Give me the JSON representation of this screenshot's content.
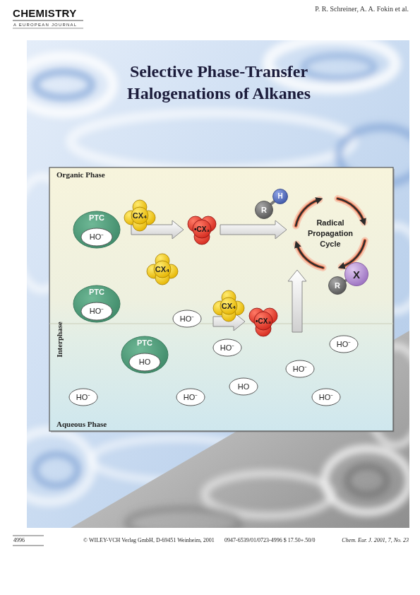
{
  "diagram": {
    "title": "Selective Phase-Transfer Halogenations of Alkanes",
    "nodes": [
      {
        "text": [
          "H"
        ]
      },
      {
        "text": [
          "R"
        ]
      },
      {
        "text": [
          "CX₄"
        ]
      },
      {
        "text": [
          "PTC"
        ]
      },
      {
        "text": [
          "HO⁻"
        ],
        "in": 3
      },
      {
        "text": [
          "•CX₃"
        ]
      },
      {
        "text": [
          "Radical Propagation Cycle"
        ]
      },
      {
        "text": [
          "CX₄"
        ]
      },
      {
        "text": [
          "X"
        ]
      },
      {
        "text": [
          "R"
        ]
      },
      {
        "text": [
          "PTC"
        ]
      },
      {
        "text": [
          "HO⁻"
        ],
        "in": 10
      },
      {
        "text": [
          "CX₄"
        ]
      },
      {
        "text": [
          "HO⁻"
        ]
      },
      {
        "text": [
          "•CX₃"
        ]
      },
      {
        "text": [
          "HO⁻"
        ]
      },
      {
        "text": [
          "HO⁻"
        ]
      },
      {
        "text": [
          "PTC"
        ]
      },
      {
        "text": [
          "HO"
        ],
        "in": 17
      },
      {
        "text": [
          "HO⁻"
        ]
      },
      {
        "text": [
          "HO"
        ]
      },
      {
        "text": [
          "HO⁻"
        ]
      },
      {
        "text": [
          "HO⁻"
        ]
      },
      {
        "text": [
          "HO⁻"
        ]
      }
    ],
    "edges": [
      {
        "from": 2,
        "to": 5,
        "arrow": "to"
      },
      {
        "from": 5,
        "to": 6,
        "arrow": "to"
      },
      {
        "from": 12,
        "to": 14,
        "arrow": "to"
      },
      {
        "from": 14,
        "to": 6,
        "arrow": "to"
      },
      {
        "from": 1,
        "to": 0,
        "arrow": "none"
      },
      {
        "from": 9,
        "to": 8,
        "arrow": "none"
      }
    ],
    "labels": [
      "CHEMISTRY",
      "A EUROPEAN JOURNAL",
      "P. R. Schreiner, A. A. Fokin et al.",
      "Organic Phase",
      "Interphase",
      "Aqueous Phase",
      "4996",
      "© WILEY-VCH Verlag GmbH, D-69451 Weinheim, 2001",
      "0947-6539/01/0723-4996 $ 17.50+.50/0",
      "Chem. Eur. J. 2001, 7, No. 23"
    ]
  }
}
